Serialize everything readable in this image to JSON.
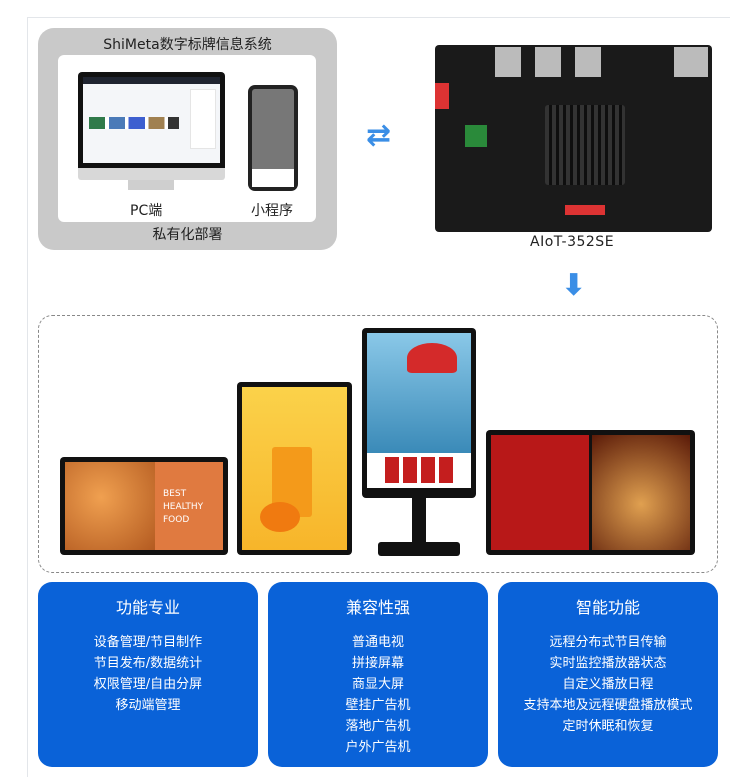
{
  "system": {
    "title": "ShiMeta数字标牌信息系统",
    "pc_label": "PC端",
    "mini_label": "小程序",
    "footer": "私有化部署"
  },
  "board": {
    "name": "AIoT-352SE"
  },
  "displays": {
    "tv_text": [
      "BEST",
      "HEALTHY",
      "FOOD"
    ]
  },
  "cards": [
    {
      "title": "功能专业",
      "items": [
        "设备管理/节目制作",
        "节目发布/数据统计",
        "权限管理/自由分屏",
        "移动端管理"
      ]
    },
    {
      "title": "兼容性强",
      "items": [
        "普通电视",
        "拼接屏幕",
        "商显大屏",
        "壁挂广告机",
        "落地广告机",
        "户外广告机"
      ]
    },
    {
      "title": "智能功能",
      "items": [
        "远程分布式节目传输",
        "实时监控播放器状态",
        "自定义播放日程",
        "支持本地及远程硬盘播放模式",
        "定时休眠和恢复"
      ]
    }
  ],
  "colors": {
    "card_blue": "#0a62d8",
    "arrow_blue": "#3a8ee6",
    "panel_gray": "#c9c9c9"
  }
}
